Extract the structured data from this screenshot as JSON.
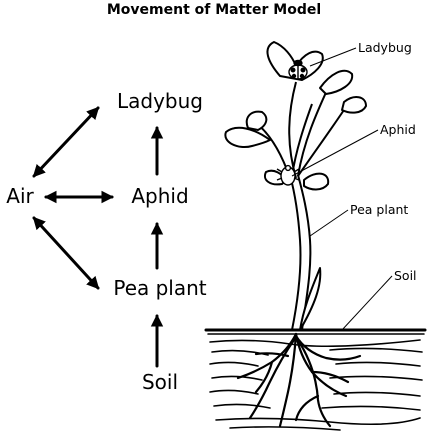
{
  "title": "Movement of Matter Model",
  "nodes": {
    "air": "Air",
    "ladybug": "Ladybug",
    "aphid": "Aphid",
    "pea_plant": "Pea plant",
    "soil": "Soil"
  },
  "plant_labels": {
    "ladybug": "Ladybug",
    "aphid": "Aphid",
    "pea_plant": "Pea plant",
    "soil": "Soil"
  },
  "colors": {
    "ink": "#000000",
    "background": "#ffffff"
  }
}
